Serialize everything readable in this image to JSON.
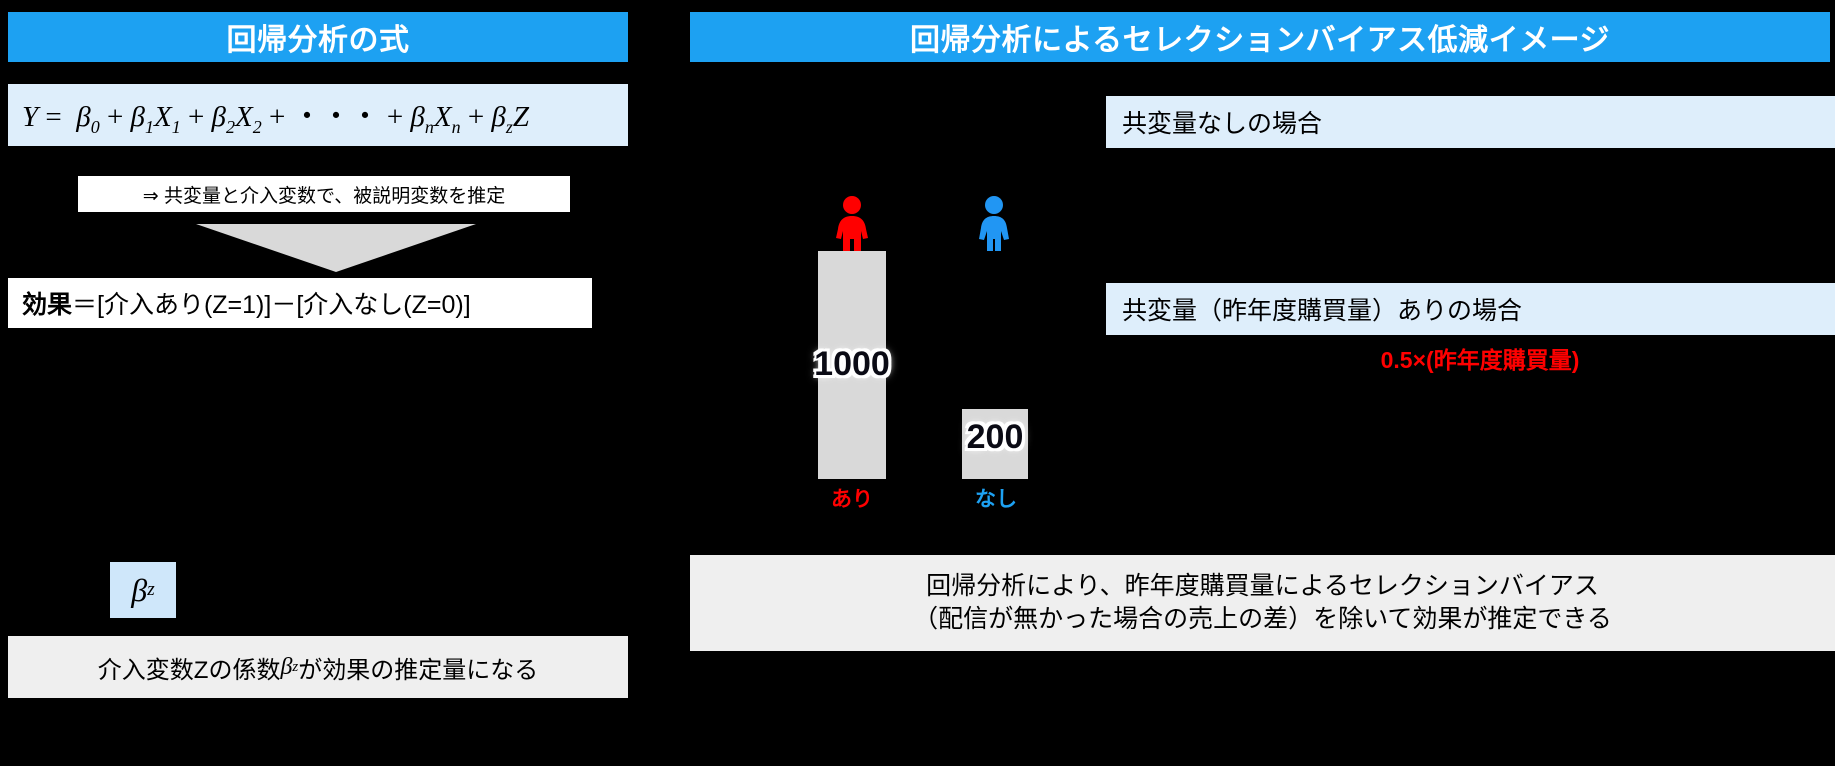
{
  "headers": {
    "left": "回帰分析の式",
    "right": "回帰分析によるセレクションバイアス低減イメージ",
    "accent": "#1da1f2"
  },
  "left_panel": {
    "formula": {
      "lhs": "Y",
      "eq": "=",
      "terms": "β₀ + β₁X₁ + β₂X₂ + ・・・ + βₙXₙ + β_z Z",
      "parts": [
        {
          "greek": "β",
          "sub": "0"
        },
        {
          "greek": "β",
          "sub": "1",
          "var": "X",
          "varsub": "1"
        },
        {
          "greek": "β",
          "sub": "2",
          "var": "X",
          "varsub": "2"
        },
        {
          "dots": "・・・"
        },
        {
          "greek": "β",
          "sub": "n",
          "var": "X",
          "varsub": "n"
        },
        {
          "greek": "β",
          "sub": "z",
          "var": "Z"
        }
      ],
      "bg": "#deeefb"
    },
    "arrow_note": "⇒ 共変量と介入変数で、被説明変数を推定",
    "effect": {
      "label": "効果",
      "body": "＝[介入あり(Z=1)]－[介入なし(Z=0)]"
    },
    "beta_badge": {
      "greek": "β",
      "sub": "z",
      "bg": "#cfe7fa"
    },
    "caption": {
      "pre": "介入変数Zの係数",
      "greek": "β",
      "sub": "z",
      "post": "が効果の推定量になる"
    }
  },
  "right_panel": {
    "note_no_covariate": "共変量なしの場合",
    "note_with_covariate": "共変量（昨年度購買量）ありの場合",
    "red_formula": "0.5×(昨年度購買量)",
    "red_color": "#ff0000",
    "chart": {
      "bars": [
        {
          "label": "あり",
          "value": "1000",
          "color": "#d9d9d9",
          "label_color": "#ff0000",
          "person_color": "#ff0000"
        },
        {
          "label": "なし",
          "value": "200",
          "color": "#d9d9d9",
          "label_color": "#1da1f2",
          "person_color": "#1da1f2"
        }
      ]
    },
    "caption_line1": "回帰分析により、昨年度購買量によるセレクションバイアス",
    "caption_line2": "（配信が無かった場合の売上の差）を除いて効果が推定できる"
  },
  "chart_data": {
    "type": "bar",
    "title": "回帰分析によるセレクションバイアス低減イメージ",
    "categories": [
      "あり",
      "なし"
    ],
    "values": [
      1000,
      200
    ],
    "xlabel": "",
    "ylabel": "",
    "ylim": [
      0,
      1000
    ],
    "grid": false,
    "legend": null,
    "annotations": [
      "共変量なしの場合",
      "共変量（昨年度購買量）ありの場合",
      "0.5×(昨年度購買量)"
    ]
  }
}
